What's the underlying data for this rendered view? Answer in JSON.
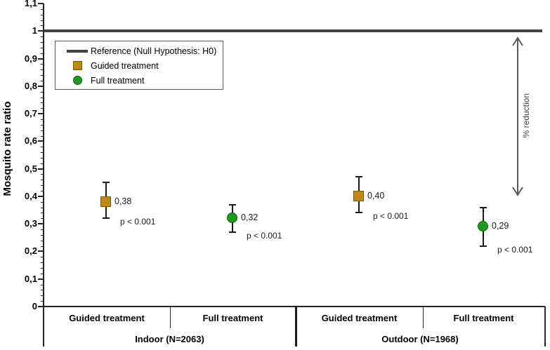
{
  "chart_data": {
    "type": "scatter",
    "title": "",
    "ylabel": "Mosquito rate ratio",
    "xlabel": "",
    "ylim": [
      0,
      1.1
    ],
    "grid": "off",
    "decimal_separator": "comma",
    "y_ticks": [
      {
        "value": 1.1,
        "label": "1,1"
      },
      {
        "value": 1.0,
        "label": "1"
      },
      {
        "value": 0.9,
        "label": "0,9"
      },
      {
        "value": 0.8,
        "label": "0,8"
      },
      {
        "value": 0.7,
        "label": "0,7"
      },
      {
        "value": 0.6,
        "label": "0,6"
      },
      {
        "value": 0.5,
        "label": "0,5"
      },
      {
        "value": 0.4,
        "label": "0,4"
      },
      {
        "value": 0.3,
        "label": "0,3"
      },
      {
        "value": 0.2,
        "label": "0,2"
      },
      {
        "value": 0.1,
        "label": "0,1"
      },
      {
        "value": 0.0,
        "label": "0"
      }
    ],
    "minor_tick_step": 0.02,
    "reference_line": {
      "value": 1.0,
      "label": "Reference (Null Hypothesis: H0)",
      "color": "#404040"
    },
    "legend": {
      "position": "upper-left-inside",
      "entries": [
        {
          "label": "Reference (Null Hypothesis: H0)",
          "marker": "line",
          "color": "#404040"
        },
        {
          "label": "Guided treatment",
          "marker": "square",
          "color": "#BE8A10"
        },
        {
          "label": "Full treatment",
          "marker": "circle",
          "color": "#1F9A1F"
        }
      ]
    },
    "annotation": {
      "label": "% reduction",
      "type": "vertical-double-arrow",
      "from_value": 1.0,
      "to_value": 0.41
    },
    "groups": [
      {
        "label": "Indoor (N=2063)",
        "points": [
          {
            "category": "Guided treatment",
            "series": "Guided treatment",
            "marker": "square",
            "value": 0.38,
            "value_label": "0,38",
            "p_label": "p < 0.001",
            "ci_low_est": 0.32,
            "ci_high_est": 0.45
          },
          {
            "category": "Full treatment",
            "series": "Full treatment",
            "marker": "circle",
            "value": 0.32,
            "value_label": "0,32",
            "p_label": "p < 0.001",
            "ci_low_est": 0.27,
            "ci_high_est": 0.37
          }
        ]
      },
      {
        "label": "Outdoor (N=1968)",
        "points": [
          {
            "category": "Guided treatment",
            "series": "Guided treatment",
            "marker": "square",
            "value": 0.4,
            "value_label": "0,40",
            "p_label": "p < 0.001",
            "ci_low_est": 0.34,
            "ci_high_est": 0.47
          },
          {
            "category": "Full treatment",
            "series": "Full treatment",
            "marker": "circle",
            "value": 0.29,
            "value_label": "0,29",
            "p_label": "p < 0.001",
            "ci_low_est": 0.22,
            "ci_high_est": 0.36
          }
        ]
      }
    ],
    "colors": {
      "background": "#ffffff",
      "guided_fill": "#BE8A10",
      "guided_border": "#7A5A00",
      "full_fill": "#1F9A1F",
      "full_border": "#0E5E0E",
      "reference": "#404040",
      "error_bar": "#1a1a1a",
      "axis": "#262626",
      "arrow": "#595959"
    }
  }
}
